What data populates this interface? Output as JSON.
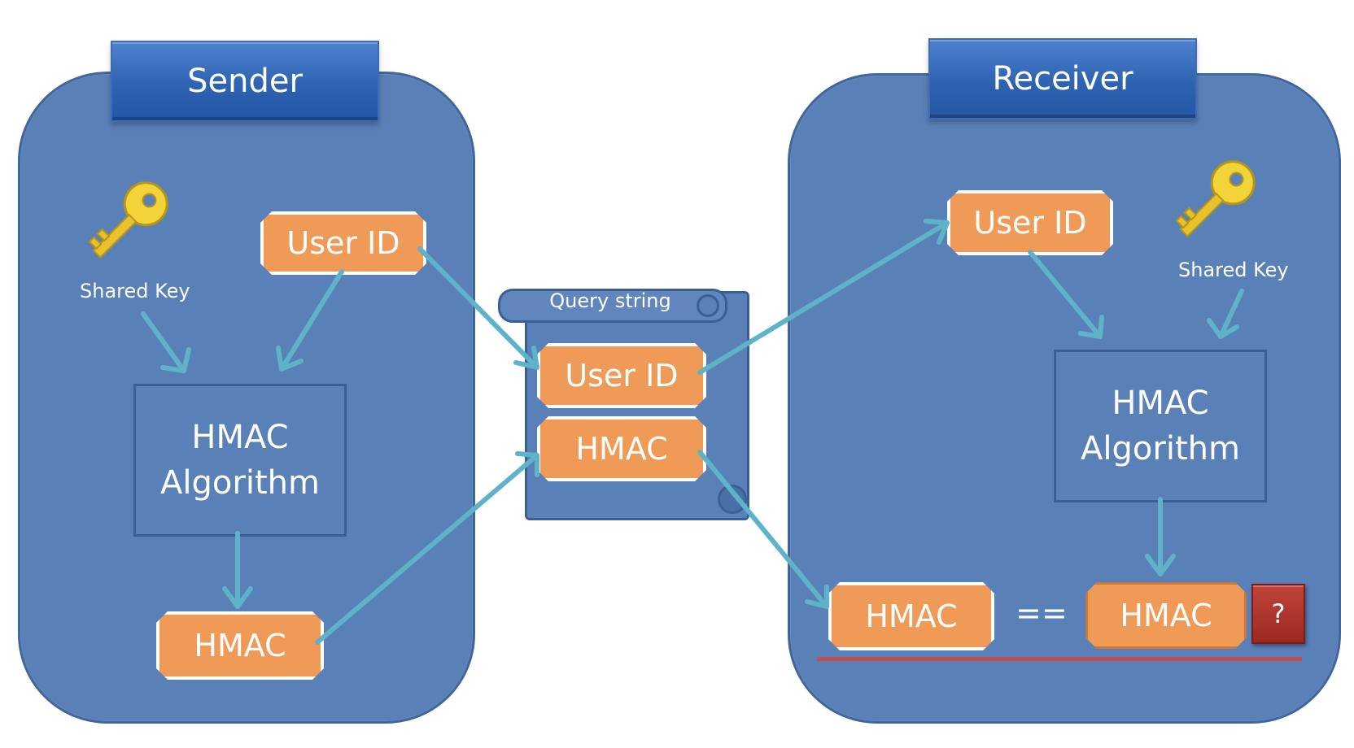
{
  "sender": {
    "title": "Sender",
    "key_label": "Shared Key",
    "user_id": "User ID",
    "algorithm_line1": "HMAC",
    "algorithm_line2": "Algorithm",
    "hmac": "HMAC"
  },
  "query_string": {
    "label": "Query string",
    "user_id": "User ID",
    "hmac": "HMAC"
  },
  "receiver": {
    "title": "Receiver",
    "key_label": "Shared Key",
    "user_id": "User ID",
    "algorithm_line1": "HMAC",
    "algorithm_line2": "Algorithm",
    "hmac_received": "HMAC",
    "equals": "==",
    "hmac_computed": "HMAC",
    "question": "?"
  },
  "colors": {
    "panel": "#5a80b8",
    "title_box": "#2e63b2",
    "tag": "#ef9b57",
    "arrow": "#5fb3c9",
    "question_badge": "#b03a30",
    "result_line": "#c0504d",
    "key": "#f2d43a"
  }
}
